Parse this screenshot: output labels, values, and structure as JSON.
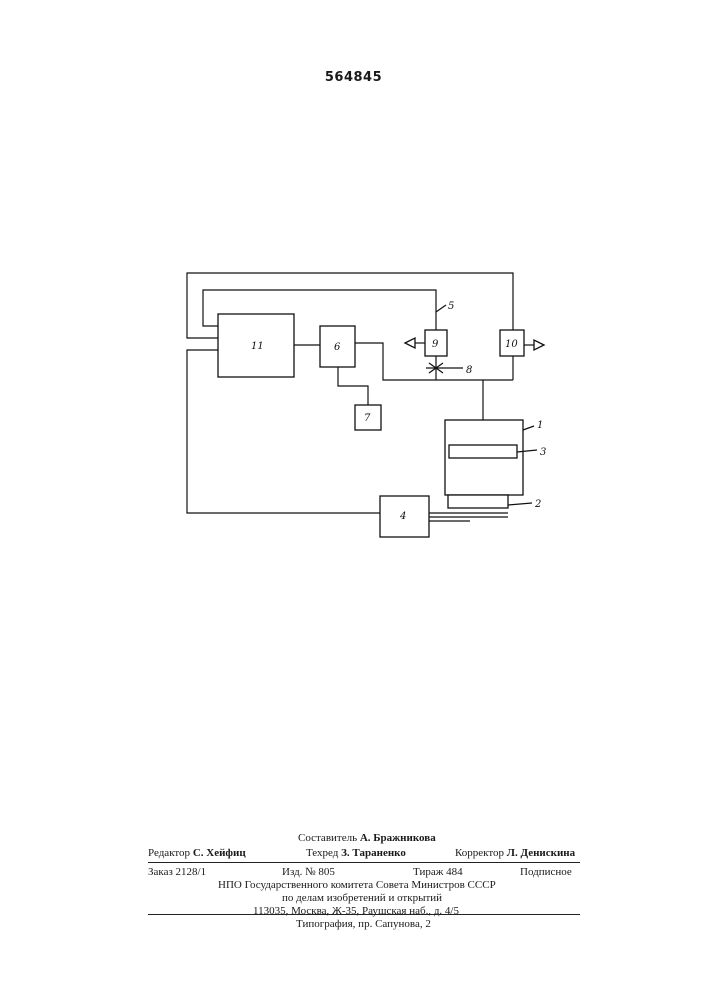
{
  "patent_number": "564845",
  "diagram": {
    "blocks": {
      "b1": "1",
      "b2": "2",
      "b3": "3",
      "b4": "4",
      "b5": "5",
      "b6": "6",
      "b7": "7",
      "b8": "8",
      "b9": "9",
      "b10": "10",
      "b11": "11"
    }
  },
  "imprint": {
    "composer_label": "Составитель",
    "composer_name": "А. Бражникова",
    "editor_label": "Редактор",
    "editor_name": "С. Хейфиц",
    "techred_label": "Техред",
    "techred_name": "З. Тараненко",
    "corrector_label": "Корректор",
    "corrector_name": "Л. Денискина",
    "order": "Заказ 2128/1",
    "edition": "Изд. № 805",
    "print_run": "Тираж 484",
    "subscription": "Подписное",
    "org_line1": "НПО Государственного комитета Совета Министров СССР",
    "org_line2": "по делам изобретений и открытий",
    "address": "113035, Москва, Ж-35, Раушская наб., д. 4/5",
    "printer": "Типография, пр. Сапунова, 2"
  }
}
